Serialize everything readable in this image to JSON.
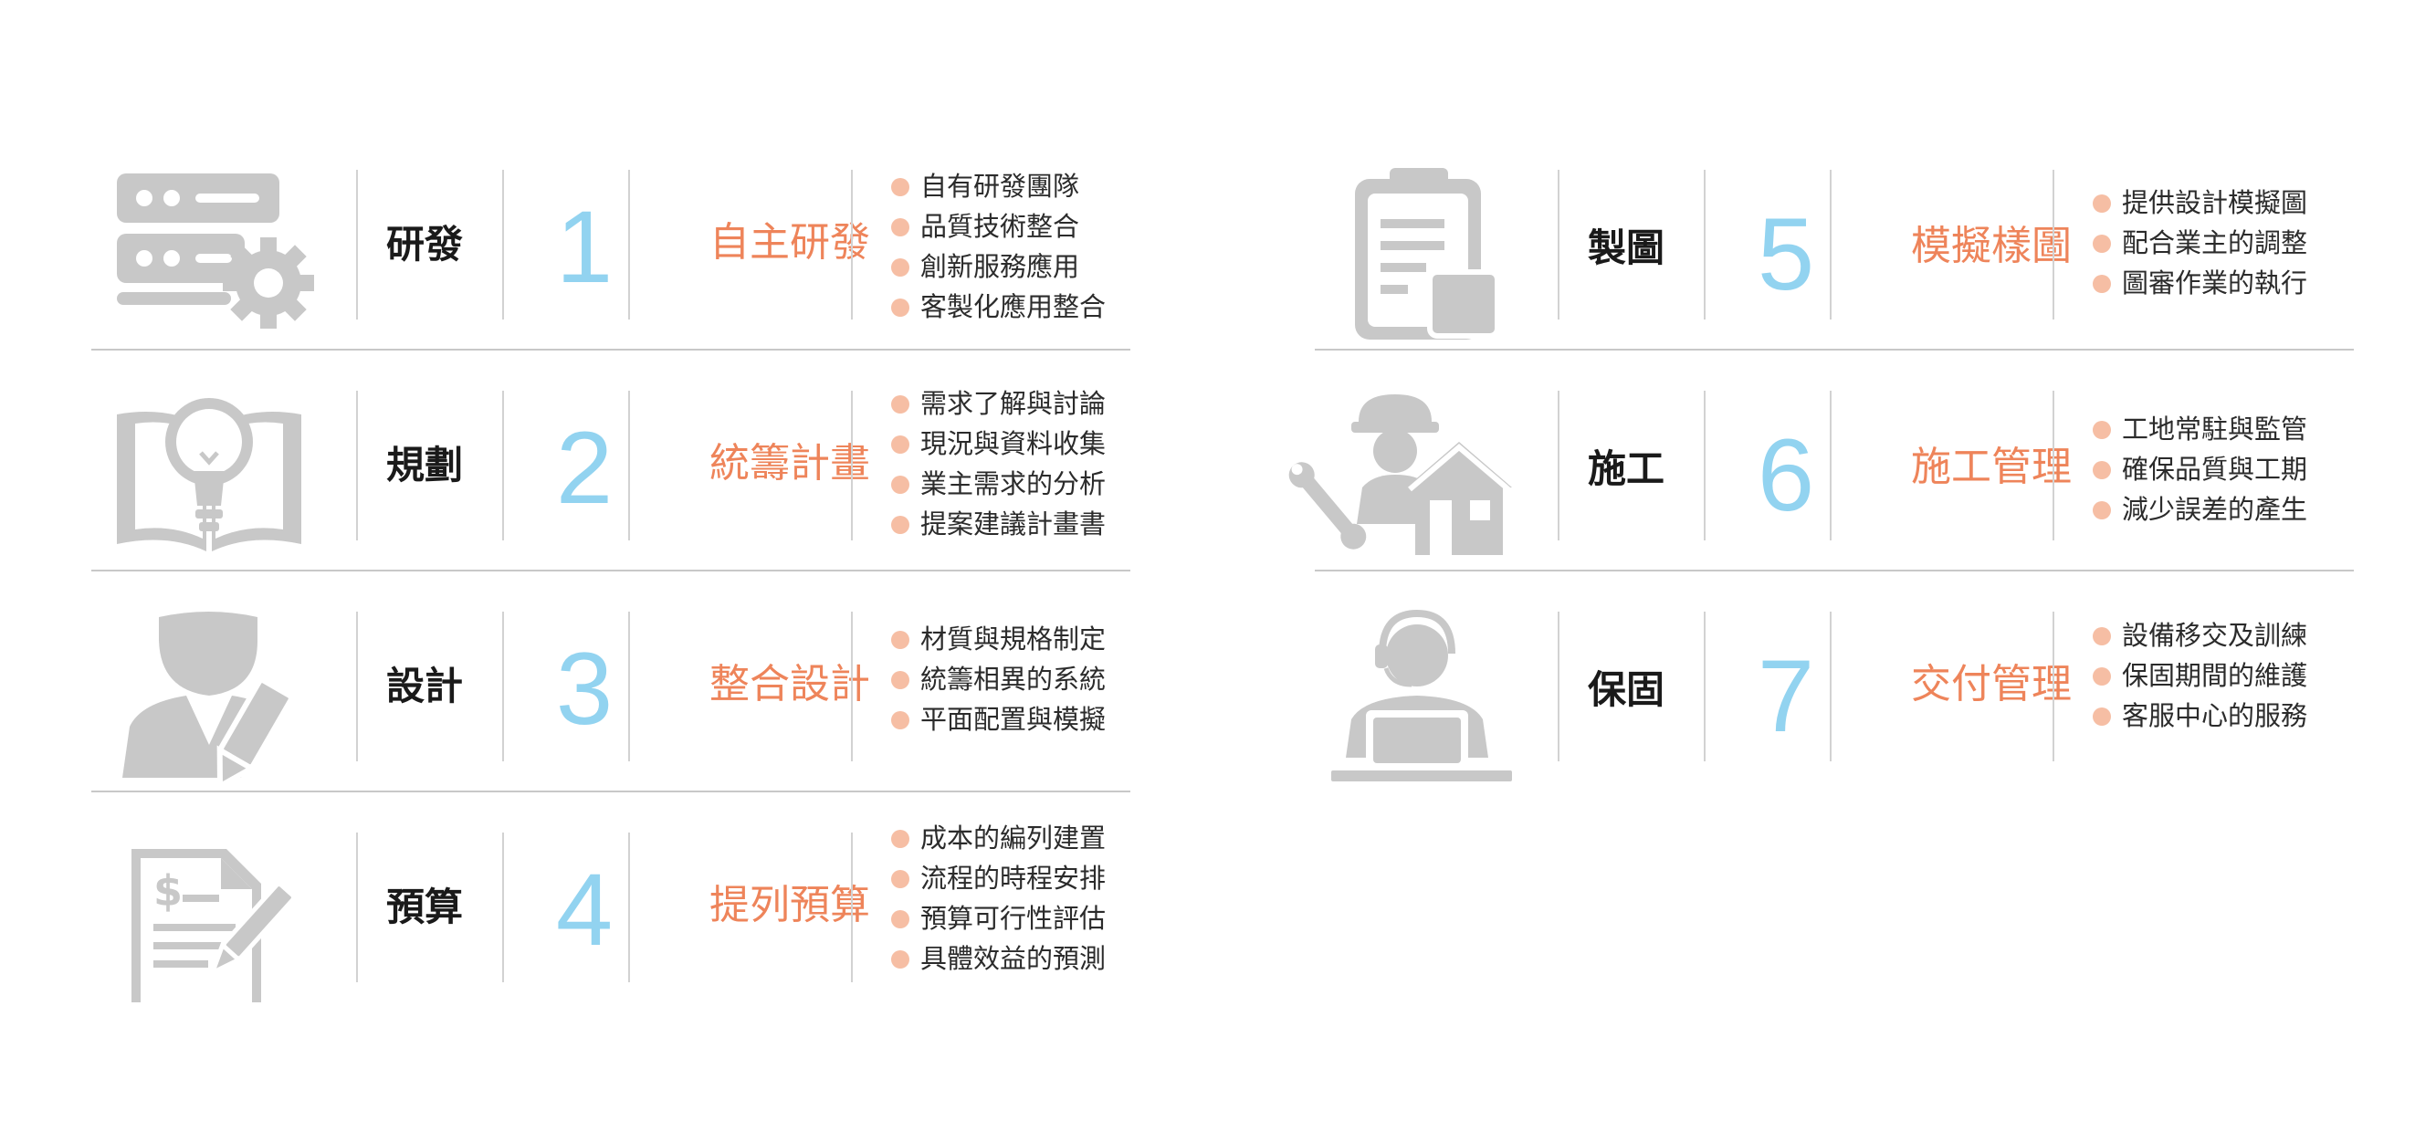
{
  "colors": {
    "accent_orange": "#ee845a",
    "number_blue": "#92d3f0",
    "bullet_dot": "#f6bea4",
    "icon_gray": "#c8c8c8",
    "divider": "#d2d2d2"
  },
  "left_steps": [
    {
      "icon": "server-gear-icon",
      "title": "研發",
      "number": "1",
      "subtitle": "自主研發",
      "bullets": [
        "自有研發團隊",
        "品質技術整合",
        "創新服務應用",
        "客製化應用整合"
      ]
    },
    {
      "icon": "lightbulb-book-icon",
      "title": "規劃",
      "number": "2",
      "subtitle": "統籌計畫",
      "bullets": [
        "需求了解與討論",
        "現況與資料收集",
        "業主需求的分析",
        "提案建議計畫書"
      ]
    },
    {
      "icon": "designer-pencil-icon",
      "title": "設計",
      "number": "3",
      "subtitle": "整合設計",
      "bullets": [
        "材質與規格制定",
        "統籌相異的系統",
        "平面配置與模擬"
      ]
    },
    {
      "icon": "budget-document-icon",
      "title": "預算",
      "number": "4",
      "subtitle": "提列預算",
      "bullets": [
        "成本的編列建置",
        "流程的時程安排",
        "預算可行性評估",
        "具體效益的預測"
      ]
    }
  ],
  "right_steps": [
    {
      "icon": "clipboard-icon",
      "title": "製圖",
      "number": "5",
      "subtitle": "模擬樣圖",
      "bullets": [
        "提供設計模擬圖",
        "配合業主的調整",
        "圖審作業的執行"
      ]
    },
    {
      "icon": "worker-house-icon",
      "title": "施工",
      "number": "6",
      "subtitle": "施工管理",
      "bullets": [
        "工地常駐與監管",
        "確保品質與工期",
        "減少誤差的產生"
      ]
    },
    {
      "icon": "support-agent-icon",
      "title": "保固",
      "number": "7",
      "subtitle": "交付管理",
      "bullets": [
        "設備移交及訓練",
        "保固期間的維護",
        "客服中心的服務"
      ]
    }
  ]
}
